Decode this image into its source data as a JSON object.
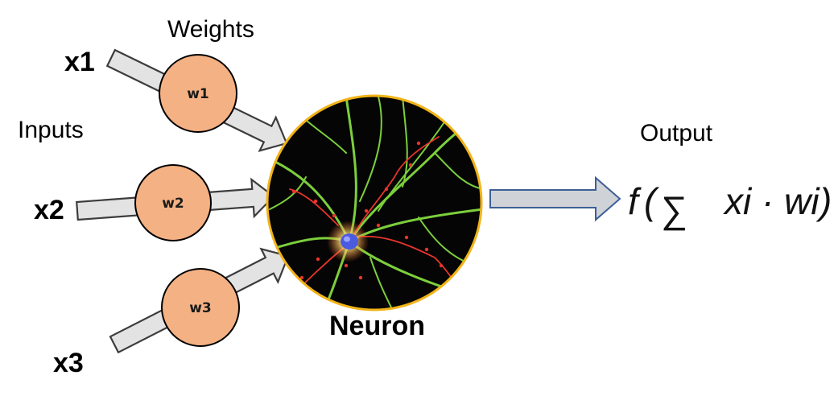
{
  "labels": {
    "weights": "Weights",
    "inputs": "Inputs",
    "output": "Output",
    "neuron": "Neuron"
  },
  "inputs": [
    {
      "name": "x1",
      "weight": "w1"
    },
    {
      "name": "x2",
      "weight": "w2"
    },
    {
      "name": "x3",
      "weight": "w3"
    }
  ],
  "formula": {
    "func": "f",
    "open_paren": "(",
    "sigma": "∑",
    "body": "xi · wi",
    "close_paren": ")"
  },
  "colors": {
    "weight_fill": "#f4b183",
    "neuron_border": "#f2b316",
    "arrow_fill": "#e3e3e3",
    "output_arrow_fill": "#cfd2d6",
    "output_arrow_stroke": "#3d5f97",
    "dendrite_green": "#7ccf3c",
    "dendrite_red": "#e8352c",
    "soma_blue": "#4b5be0"
  }
}
